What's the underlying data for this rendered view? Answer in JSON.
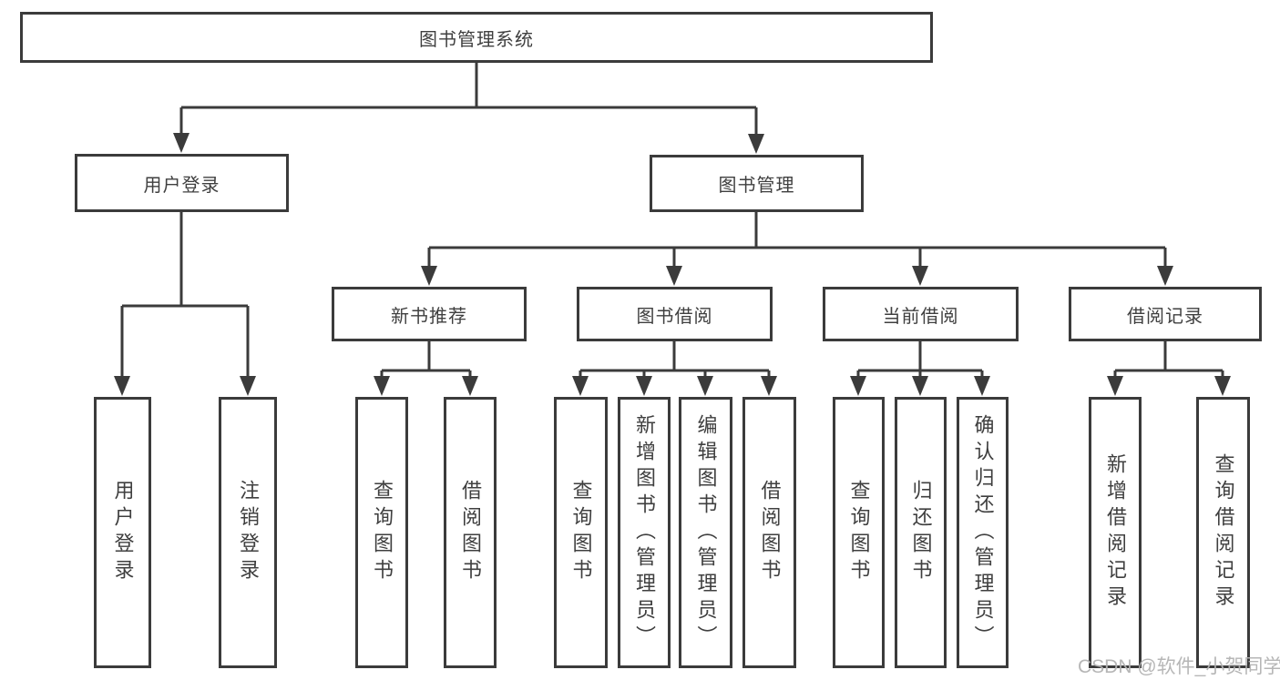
{
  "colors": {
    "line": "#3b3b3b",
    "box_border": "#3b3b3b",
    "box_background": "#ffffff",
    "text": "#3f3f3f",
    "watermark": "#b3b3b3"
  },
  "watermark": {
    "text": "CSDN @软件_小贺同学"
  },
  "tree": {
    "label": "图书管理系统",
    "children": [
      {
        "label": "用户登录",
        "children": [
          {
            "label": "用户登录"
          },
          {
            "label": "注销登录"
          }
        ]
      },
      {
        "label": "图书管理",
        "children": [
          {
            "label": "新书推荐",
            "children": [
              {
                "label": "查询图书"
              },
              {
                "label": "借阅图书"
              }
            ]
          },
          {
            "label": "图书借阅",
            "children": [
              {
                "label": "查询图书"
              },
              {
                "label": "新增图书（管理员）"
              },
              {
                "label": "编辑图书（管理员）"
              },
              {
                "label": "借阅图书"
              }
            ]
          },
          {
            "label": "当前借阅",
            "children": [
              {
                "label": "查询图书"
              },
              {
                "label": "归还图书"
              },
              {
                "label": "确认归还（管理员）"
              }
            ]
          },
          {
            "label": "借阅记录",
            "children": [
              {
                "label": "新增借阅记录"
              },
              {
                "label": "查询借阅记录"
              }
            ]
          }
        ]
      }
    ]
  }
}
